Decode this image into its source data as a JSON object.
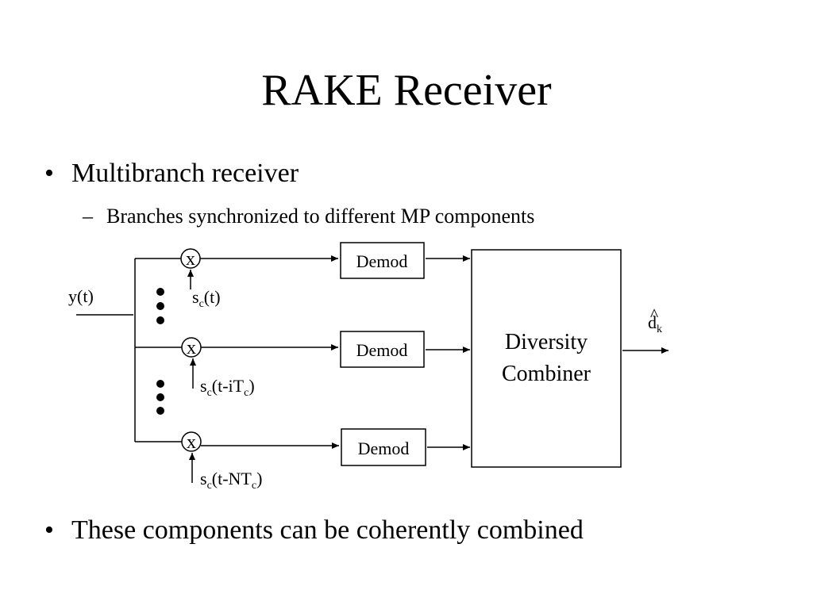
{
  "slide": {
    "title": "RAKE Receiver",
    "bullet_mark": "•",
    "dash_mark": "–",
    "bullets": [
      {
        "text": "Multibranch receiver"
      },
      {
        "text": "These components can be coherently combined"
      }
    ],
    "sub_bullets": [
      {
        "text": "Branches synchronized to different MP components"
      }
    ]
  },
  "diagram": {
    "input_label": "y(t)",
    "multiplier_symbol": "x",
    "demod_label": "Demod",
    "combiner_line1": "Diversity",
    "combiner_line2": "Combiner",
    "output_base": "d",
    "output_hat": "^",
    "output_sub": "k",
    "codes": [
      {
        "base": "s",
        "sub": "c",
        "arg1": "(t)",
        "sub2": "",
        "arg2": ""
      },
      {
        "base": "s",
        "sub": "c",
        "arg1": "(t-iT",
        "sub2": "c",
        "arg2": ")"
      },
      {
        "base": "s",
        "sub": "c",
        "arg1": "(t-NT",
        "sub2": "c",
        "arg2": ")"
      }
    ]
  }
}
